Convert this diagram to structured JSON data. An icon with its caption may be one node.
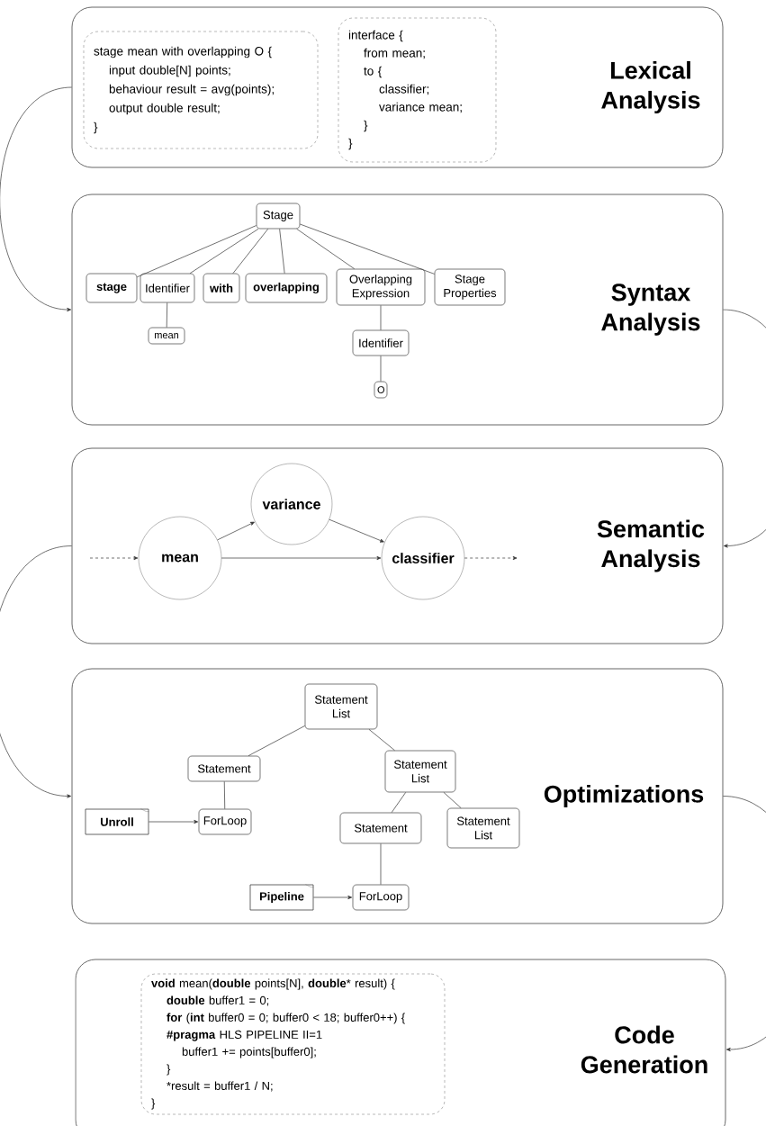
{
  "diagram": {
    "nodes": [
      {
        "text": [
          "Lexical Analysis"
        ]
      },
      {
        "text": [
          "stage mean with overlapping O {",
          "input double[N] points;",
          "behaviour result = avg(points);",
          "output double result;",
          "}"
        ],
        "in": 0
      },
      {
        "text": [
          "interface {",
          "from mean;",
          "to {",
          "classifier;",
          "variance mean;",
          "}",
          "}"
        ],
        "in": 0
      },
      {
        "text": [
          "Syntax Analysis"
        ]
      },
      {
        "text": [
          "Stage"
        ],
        "in": 3
      },
      {
        "text": [
          "stage"
        ],
        "in": 3
      },
      {
        "text": [
          "Identifier"
        ],
        "in": 3
      },
      {
        "text": [
          "with"
        ],
        "in": 3
      },
      {
        "text": [
          "overlapping"
        ],
        "in": 3
      },
      {
        "text": [
          "Overlapping Expression"
        ],
        "in": 3
      },
      {
        "text": [
          "Stage Properties"
        ],
        "in": 3
      },
      {
        "text": [
          "mean"
        ],
        "in": 3
      },
      {
        "text": [
          "Identifier"
        ],
        "in": 3
      },
      {
        "text": [
          "O"
        ],
        "in": 3
      },
      {
        "text": [
          "Semantic Analysis"
        ]
      },
      {
        "text": [
          "mean"
        ],
        "in": 14
      },
      {
        "text": [
          "variance"
        ],
        "in": 14
      },
      {
        "text": [
          "classifier"
        ],
        "in": 14
      },
      {
        "text": [
          "Optimizations"
        ]
      },
      {
        "text": [
          "Statement List"
        ],
        "in": 18
      },
      {
        "text": [
          "Statement"
        ],
        "in": 18
      },
      {
        "text": [
          "Statement List"
        ],
        "in": 18
      },
      {
        "text": [
          "Unroll"
        ],
        "in": 18
      },
      {
        "text": [
          "ForLoop"
        ],
        "in": 18
      },
      {
        "text": [
          "Statement"
        ],
        "in": 18
      },
      {
        "text": [
          "Statement List"
        ],
        "in": 18
      },
      {
        "text": [
          "Pipeline"
        ],
        "in": 18
      },
      {
        "text": [
          "ForLoop"
        ],
        "in": 18
      },
      {
        "text": [
          "Code Generation"
        ]
      },
      {
        "text": [
          "**void** mean(**double** points[N], **double*** result) {",
          "**double** buffer1 = 0;",
          "**for** (**int** buffer0 = 0; buffer0 < 18; buffer0++) {",
          "**#pragma** HLS PIPELINE II=1",
          "buffer1 += points[buffer0];",
          "}",
          "*result = buffer1 / N;",
          "}"
        ],
        "in": 28
      }
    ],
    "edges": [
      {
        "from": 0,
        "to": 3,
        "arrow": "to"
      },
      {
        "from": 3,
        "to": 14,
        "arrow": "to"
      },
      {
        "from": 14,
        "to": 18,
        "arrow": "to"
      },
      {
        "from": 18,
        "to": 28,
        "arrow": "to"
      },
      {
        "from": 4,
        "to": 5,
        "arrow": "none"
      },
      {
        "from": 4,
        "to": 6,
        "arrow": "none"
      },
      {
        "from": 4,
        "to": 7,
        "arrow": "none"
      },
      {
        "from": 4,
        "to": 8,
        "arrow": "none"
      },
      {
        "from": 4,
        "to": 9,
        "arrow": "none"
      },
      {
        "from": 4,
        "to": 10,
        "arrow": "none"
      },
      {
        "from": 6,
        "to": 11,
        "arrow": "none"
      },
      {
        "from": 9,
        "to": 12,
        "arrow": "none"
      },
      {
        "from": 12,
        "to": 13,
        "arrow": "none"
      },
      {
        "from": null,
        "to": 15,
        "arrow": "to",
        "style": "dashed"
      },
      {
        "from": 15,
        "to": 16,
        "arrow": "to"
      },
      {
        "from": 16,
        "to": 17,
        "arrow": "to"
      },
      {
        "from": 15,
        "to": 17,
        "arrow": "to"
      },
      {
        "from": 17,
        "to": null,
        "arrow": "to",
        "style": "dashed"
      },
      {
        "from": 19,
        "to": 20,
        "arrow": "none"
      },
      {
        "from": 19,
        "to": 21,
        "arrow": "none"
      },
      {
        "from": 20,
        "to": 23,
        "arrow": "none"
      },
      {
        "from": 21,
        "to": 24,
        "arrow": "none"
      },
      {
        "from": 21,
        "to": 25,
        "arrow": "none"
      },
      {
        "from": 24,
        "to": 27,
        "arrow": "none"
      },
      {
        "from": 22,
        "to": 23,
        "arrow": "to"
      },
      {
        "from": 26,
        "to": 27,
        "arrow": "to"
      }
    ]
  }
}
